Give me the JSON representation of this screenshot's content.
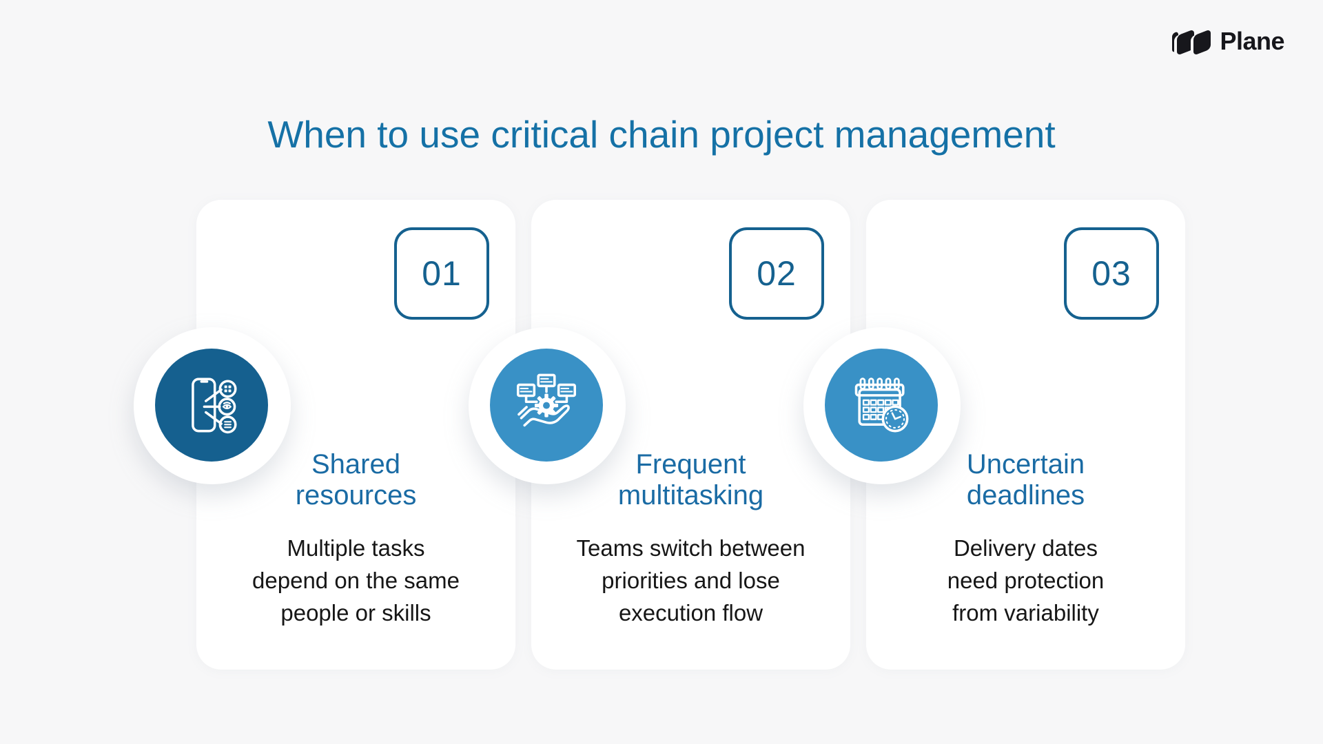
{
  "page": {
    "title": "When to use critical chain project management"
  },
  "brand": {
    "name": "Plane",
    "logo_icon": "plane-logo-mark",
    "logo_color": "#17171C"
  },
  "colors": {
    "background": "#F7F7F8",
    "card": "#FFFFFF",
    "title_blue": "#1571A6",
    "heading_blue": "#1A6BA4",
    "number_blue": "#15618F",
    "circle_dark_blue": "#15608F",
    "circle_light_blue": "#3991C6",
    "body_text": "#161616",
    "icon_stroke": "#FFFFFF"
  },
  "cards": [
    {
      "number": "01",
      "heading": "Shared\nresources",
      "body": "Multiple tasks\ndepend on the same\npeople or skills",
      "icon": "phone-network-icon",
      "circle_color": "#15608F"
    },
    {
      "number": "02",
      "heading": "Frequent\nmultitasking",
      "body": "Teams switch between\npriorities and lose\nexecution flow",
      "icon": "hand-gear-icon",
      "circle_color": "#3991C6"
    },
    {
      "number": "03",
      "heading": "Uncertain\ndeadlines",
      "body": "Delivery dates\nneed protection\nfrom variability",
      "icon": "calendar-clock-icon",
      "circle_color": "#3991C6"
    }
  ]
}
